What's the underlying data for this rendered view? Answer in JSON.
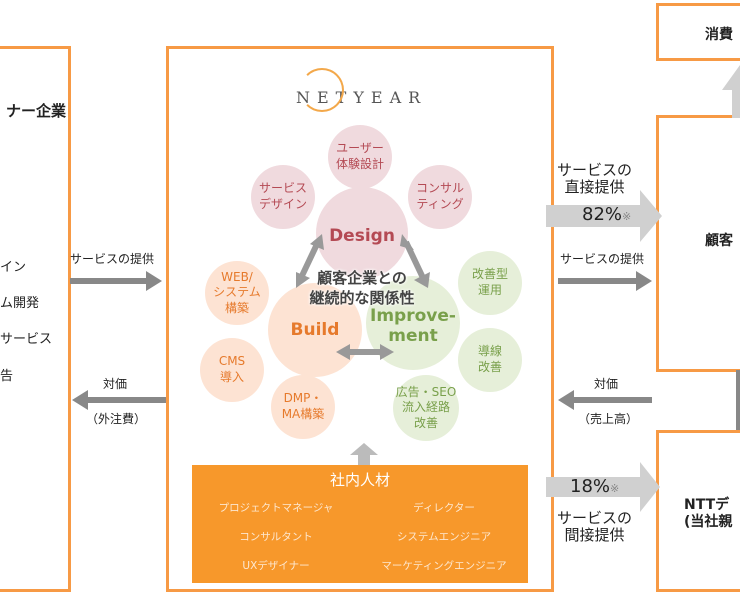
{
  "left_box": {
    "title": "ナー企業",
    "items": [
      "イン",
      "ム開発",
      "サービス",
      "告"
    ]
  },
  "left_arrows": {
    "service": "サービスの提供",
    "pay": "対価",
    "pay_note": "（外注費）"
  },
  "center": {
    "logo": "NETYEAR",
    "core": "顧客企業との\n継続的な関係性",
    "design": {
      "label": "Design",
      "items": [
        "ユーザー\n体験設計",
        "サービス\nデザイン",
        "コンサル\nティング"
      ]
    },
    "build": {
      "label": "Build",
      "items": [
        "WEB/\nシステム\n構築",
        "CMS\n導入",
        "DMP・\nMA構築"
      ]
    },
    "improvement": {
      "label": "Improve-\nment",
      "items": [
        "改善型\n運用",
        "導線\n改善",
        "広告・SEO\n流入経路\n改善"
      ]
    },
    "staff": {
      "title": "社内人材",
      "roles": [
        "プロジェクトマネージャ",
        "ディレクター",
        "コンサルタント",
        "システムエンジニア",
        "UXデザイナー",
        "マーケティングエンジニア"
      ]
    }
  },
  "right_arrows": {
    "direct": "サービスの\n直接提供",
    "direct_pct": "82%",
    "mark": "※",
    "service": "サービスの提供",
    "pay": "対価",
    "pay_note": "（売上高）",
    "indirect_pct": "18%",
    "indirect": "サービスの\n間接提供"
  },
  "right_boxes": {
    "consumer": "消費",
    "client": "顧客",
    "ntt": "NTTデ\n(当社親"
  }
}
